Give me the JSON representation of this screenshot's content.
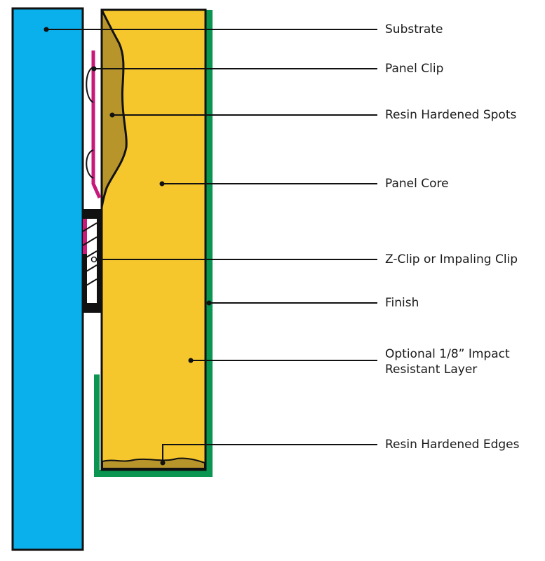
{
  "colors": {
    "substrate": "#0ab0ec",
    "panel_core": "#f5c72c",
    "resin": "#b8952a",
    "finish": "#0a9650",
    "panel_clip": "#c8187a",
    "outline": "#111111",
    "leader": "#111111"
  },
  "labels": {
    "substrate": "Substrate",
    "panel_clip": "Panel Clip",
    "resin_spots": "Resin Hardened Spots",
    "panel_core": "Panel Core",
    "z_clip": "Z-Clip or Impaling Clip",
    "finish": "Finish",
    "impact_line1": "Optional 1/8” Impact",
    "impact_line2": "Resistant Layer",
    "resin_edges": "Resin Hardened Edges"
  }
}
